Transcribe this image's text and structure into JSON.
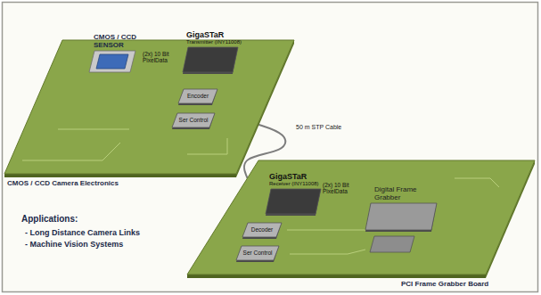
{
  "diagram": {
    "nodes": [
      {
        "text": [
          "CMOS / CCD Camera Electronics"
        ]
      },
      {
        "text": [
          "CMOS / CCD SENSOR"
        ],
        "in": 0
      },
      {
        "text": [
          "GigaSTaR",
          "Transmitter (INY11008)"
        ],
        "in": 0
      },
      {
        "text": [
          "Encoder"
        ],
        "in": 0
      },
      {
        "text": [
          "Ser Control"
        ],
        "in": 0
      },
      {
        "text": [
          "PCI Frame Grabber Board"
        ]
      },
      {
        "text": [
          "GigaSTaR",
          "Receiver (INY11008)"
        ],
        "in": 5
      },
      {
        "text": [
          "Digital Frame Grabber"
        ],
        "in": 5
      },
      {
        "text": [
          "Decoder"
        ],
        "in": 5
      },
      {
        "text": [
          "Ser Control"
        ],
        "in": 5
      }
    ],
    "edges": [
      {
        "from": 0,
        "to": 5,
        "label": "50 m STP Cable",
        "arrow": "none"
      }
    ],
    "labels": [
      "(2x) 10 Bit PixelData",
      "(2x) 10 Bit PixelData",
      "Applications:",
      "- Long Distance Camera Links",
      "- Machine Vision Systems"
    ]
  }
}
